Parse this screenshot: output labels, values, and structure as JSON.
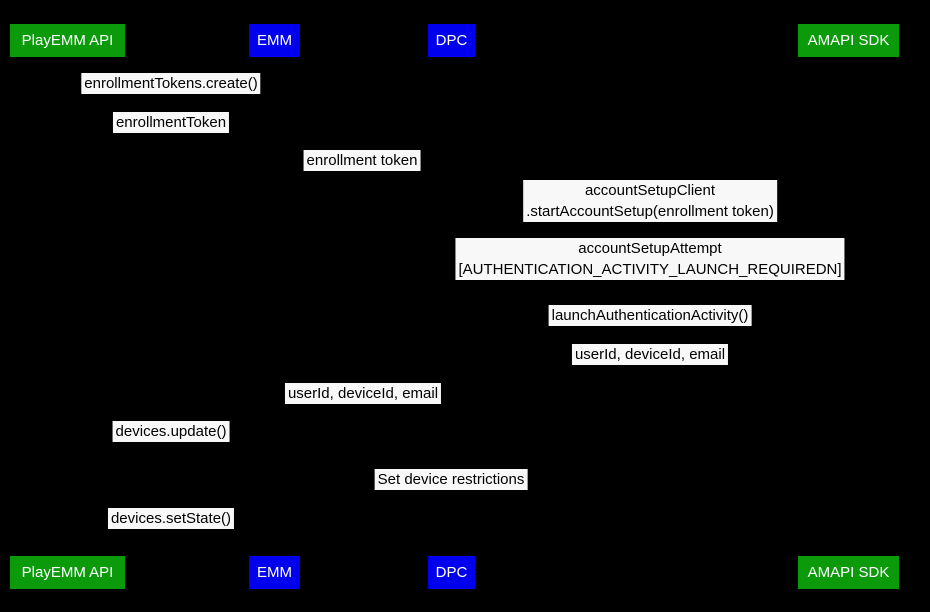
{
  "diagram": {
    "type": "sequence-diagram",
    "background_color": "#000000",
    "colors": {
      "actor_green": "#0a9a0a",
      "actor_blue": "#0000ee",
      "actor_text": "#ffffff",
      "message_bg": "#f8f8f8",
      "message_text": "#000000"
    },
    "actors": [
      {
        "label": "PlayEMM API",
        "color": "green"
      },
      {
        "label": "EMM",
        "color": "blue"
      },
      {
        "label": "DPC",
        "color": "blue"
      },
      {
        "label": "AMAPI SDK",
        "color": "green"
      }
    ],
    "messages": [
      {
        "between": [
          "EMM",
          "PlayEMM API"
        ],
        "lines": [
          "enrollmentTokens.create()"
        ]
      },
      {
        "between": [
          "PlayEMM API",
          "EMM"
        ],
        "lines": [
          "enrollmentToken"
        ]
      },
      {
        "between": [
          "EMM",
          "DPC"
        ],
        "lines": [
          "enrollment token"
        ]
      },
      {
        "between": [
          "DPC",
          "AMAPI SDK"
        ],
        "lines": [
          "accountSetupClient",
          ".startAccountSetup(enrollment token)"
        ]
      },
      {
        "between": [
          "AMAPI SDK",
          "DPC"
        ],
        "lines": [
          "accountSetupAttempt",
          "[AUTHENTICATION_ACTIVITY_LAUNCH_REQUIREDN]"
        ]
      },
      {
        "between": [
          "DPC",
          "AMAPI SDK"
        ],
        "lines": [
          "launchAuthenticationActivity()"
        ]
      },
      {
        "between": [
          "AMAPI SDK",
          "DPC"
        ],
        "lines": [
          "userId, deviceId, email"
        ]
      },
      {
        "between": [
          "DPC",
          "EMM"
        ],
        "lines": [
          "userId, deviceId, email"
        ]
      },
      {
        "between": [
          "EMM",
          "PlayEMM API"
        ],
        "lines": [
          "devices.update()"
        ]
      },
      {
        "between": [
          "DPC",
          "DPC"
        ],
        "lines": [
          "Set device restrictions"
        ]
      },
      {
        "between": [
          "EMM",
          "PlayEMM API"
        ],
        "lines": [
          "devices.setState()"
        ]
      }
    ]
  }
}
